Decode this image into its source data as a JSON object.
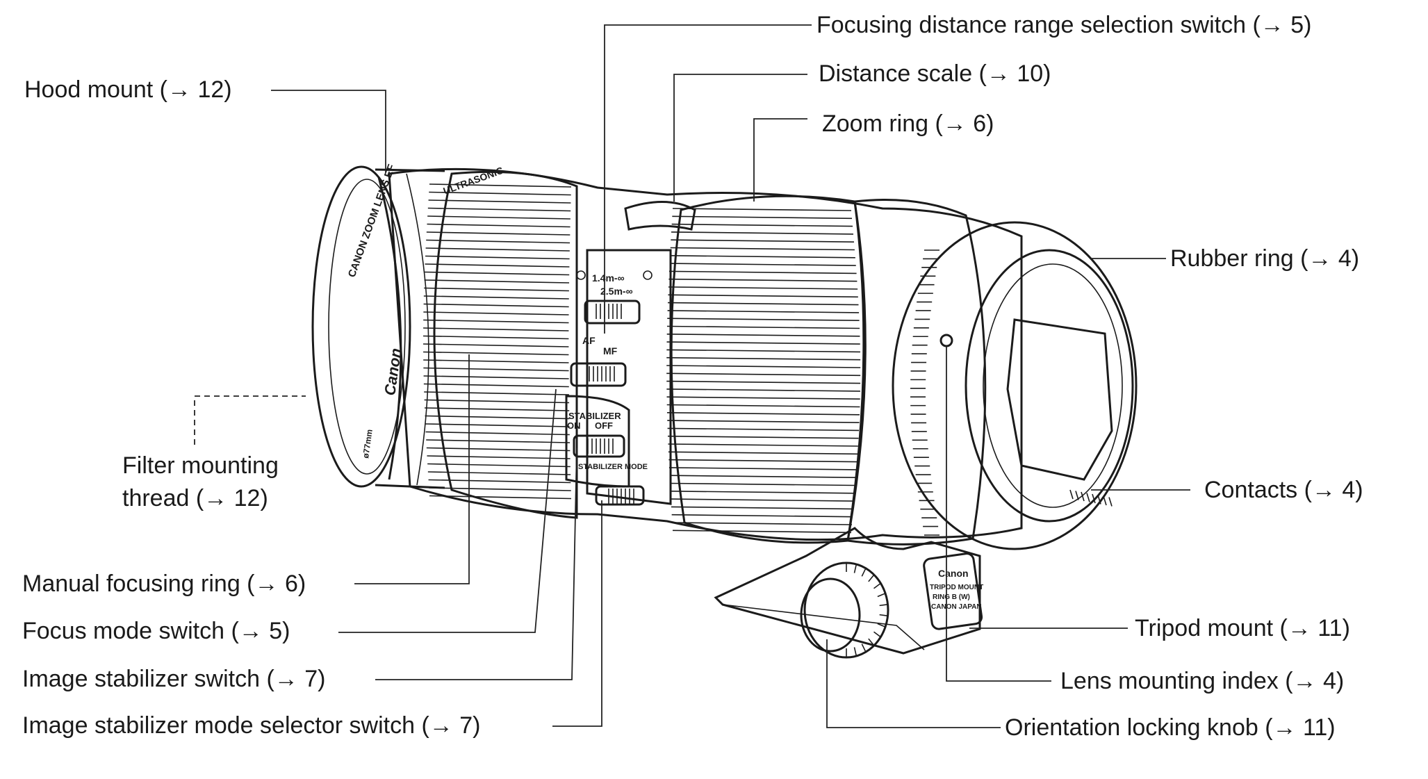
{
  "labels": {
    "focusing_range_switch": "Focusing distance range selection switch (→ 5)",
    "distance_scale": "Distance scale (→ 10)",
    "zoom_ring": "Zoom ring (→ 6)",
    "hood_mount": "Hood mount (→ 12)",
    "rubber_ring": "Rubber ring (→ 4)",
    "filter_thread_line1": "Filter mounting",
    "filter_thread_line2": "thread (→ 12)",
    "contacts": "Contacts (→ 4)",
    "manual_focusing_ring": "Manual focusing ring (→ 6)",
    "focus_mode_switch": "Focus mode switch (→ 5)",
    "image_stabilizer_switch": "Image stabilizer switch (→ 7)",
    "stabilizer_mode_switch": "Image stabilizer mode selector switch (→ 7)",
    "tripod_mount": "Tripod mount (→ 11)",
    "lens_mounting_index": "Lens mounting index (→ 4)",
    "orientation_knob": "Orientation locking knob (→ 11)"
  },
  "lens_printing": {
    "range_1": "1.4m-∞",
    "range_2": "2.5m-∞",
    "af": "AF",
    "mf": "MF",
    "stabilizer": "STABILIZER",
    "on": "ON",
    "off": "OFF",
    "mode": "STABILIZER MODE",
    "brand_body": "Canon",
    "front_ring": "CANON ZOOM LENS EF",
    "ultrasonic": "ULTRASONIC",
    "filter_size": "ø77mm",
    "tripod_brand": "Canon",
    "tripod_line1": "TRIPOD MOUNT",
    "tripod_line2": "RING B (W)",
    "tripod_line3": "CANON JAPAN"
  }
}
